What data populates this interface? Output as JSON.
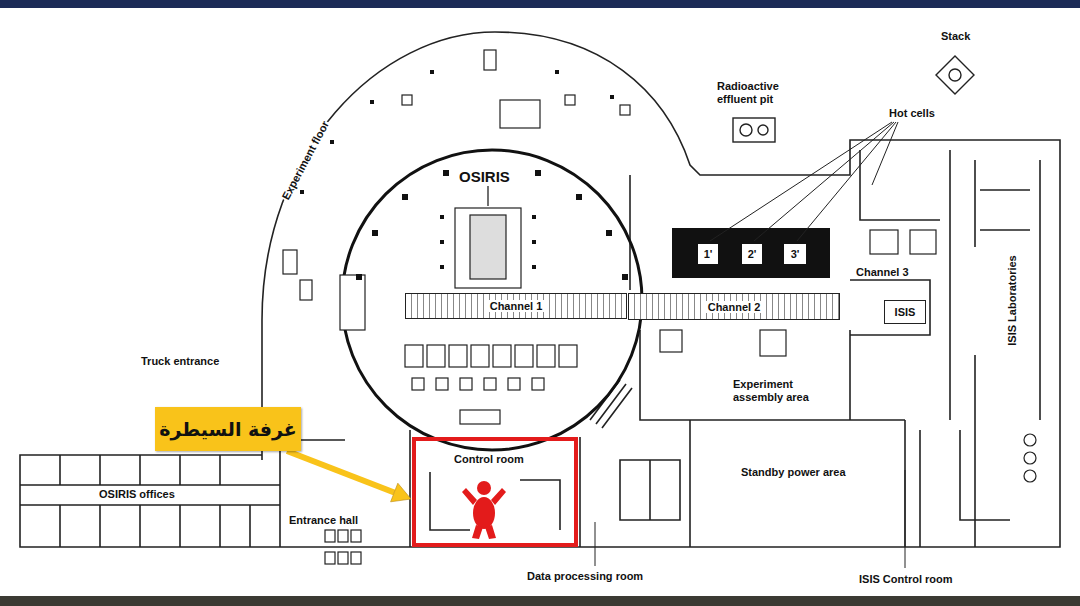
{
  "diagram": {
    "nodes": [
      {
        "text": [
          "1'"
        ]
      },
      {
        "text": [
          "2'"
        ]
      },
      {
        "text": [
          "3'"
        ]
      },
      {
        "text": [
          "Channel 1"
        ]
      },
      {
        "text": [
          "Channel 2"
        ]
      },
      {
        "text": [
          "ISIS"
        ]
      },
      {
        "text": [
          "غرفة السيطرة"
        ]
      },
      {
        "text": [
          "Control room"
        ]
      }
    ],
    "edges": [
      {
        "from": 6,
        "to": 7,
        "arrow": "to"
      }
    ],
    "labels": [
      "Stack",
      "Radioactive effluent pit",
      "Hot cells",
      "OSIRIS",
      "Experiment floor",
      "Channel 3",
      "ISIS Laboratories",
      "Truck entrance",
      "Experiment assembly area",
      "Standby power area",
      "OSIRIS offices",
      "Entrance hall",
      "Data processing room",
      "ISIS Control room"
    ]
  }
}
